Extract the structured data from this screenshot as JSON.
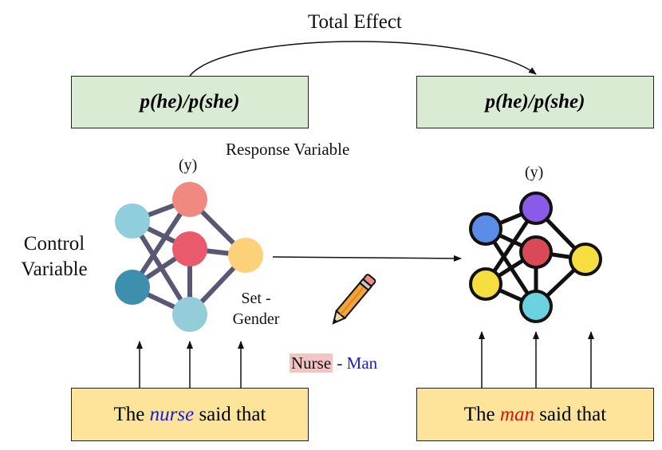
{
  "title": "Total Effect",
  "response_variable_label": "Response Variable",
  "control_variable_label": "Control\nVariable",
  "set_gender_label": "Set -\nGender",
  "y_label_left": "(y)",
  "y_label_right": "(y)",
  "left_response": "p(he)/p(she)",
  "right_response": "p(he)/p(she)",
  "left_input": {
    "prefix": "The ",
    "word": "nurse",
    "suffix": " said that"
  },
  "right_input": {
    "prefix": "The ",
    "word": "man",
    "suffix": " said that"
  },
  "intervention": {
    "from": "Nurse",
    "sep": " - ",
    "to": "Man"
  },
  "colors": {
    "response_fill": "#d9ebd3",
    "input_fill": "#fde49a",
    "nurse_word": "#1a1adb",
    "man_word": "#e01010",
    "nurse_highlight": "#f2c4c4",
    "edge_left": "#5a5775",
    "edge_right": "#111111"
  },
  "left_network": {
    "nodes": [
      "sky-blue",
      "salmon",
      "red-pink",
      "peach",
      "teal-blue",
      "light-blue"
    ],
    "node_colors": [
      "#8fcfdc",
      "#f0897f",
      "#e85a6c",
      "#fdd07a",
      "#3e8eae",
      "#95ccd9"
    ]
  },
  "right_network": {
    "nodes": [
      "blue",
      "purple",
      "crimson",
      "yellow-right",
      "yellow-left",
      "cyan"
    ],
    "node_colors": [
      "#5b8ce8",
      "#8a5be8",
      "#d84a55",
      "#f6dd40",
      "#f6dd40",
      "#6ad2e0"
    ]
  }
}
